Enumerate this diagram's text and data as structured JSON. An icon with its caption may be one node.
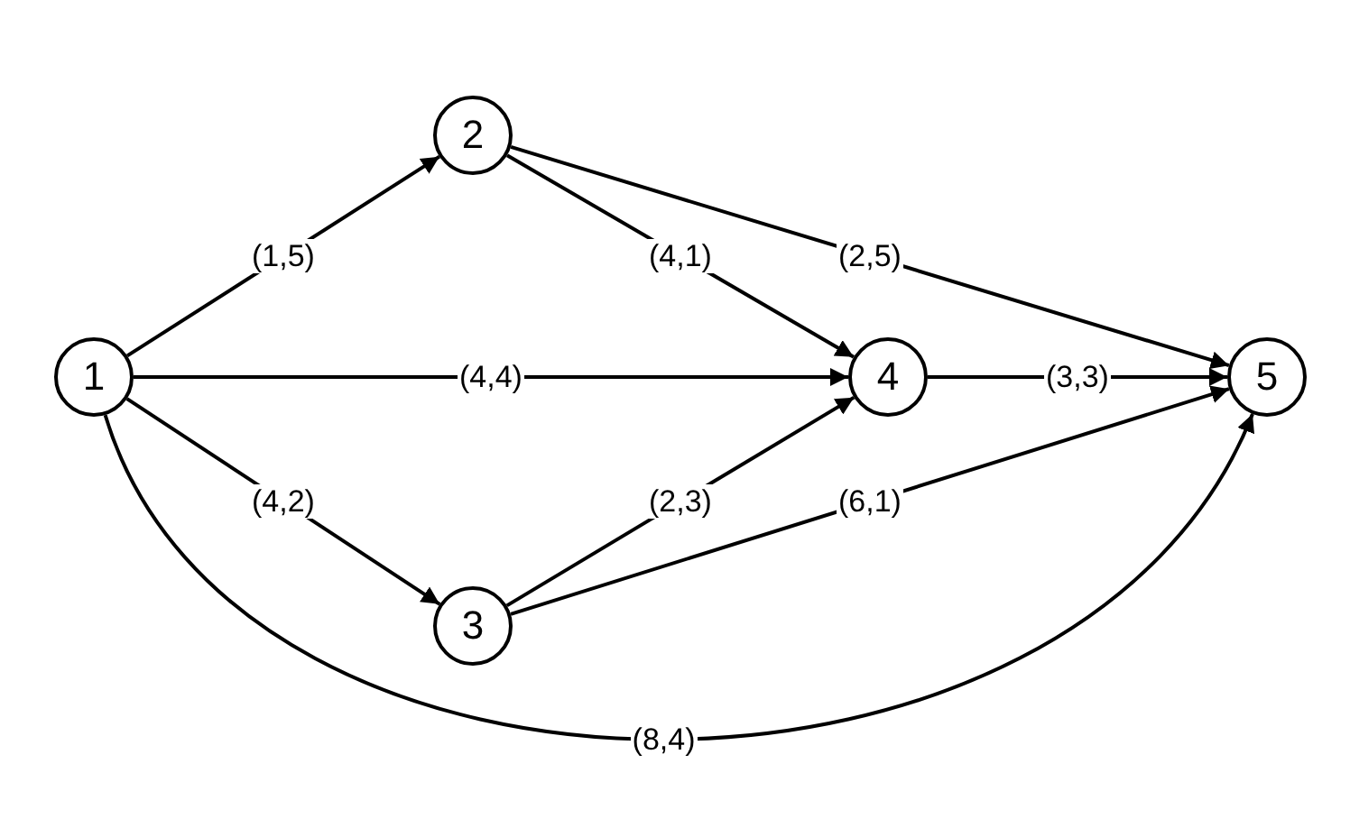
{
  "diagram": {
    "nodes": [
      {
        "text": [
          "1"
        ]
      },
      {
        "text": [
          "2"
        ]
      },
      {
        "text": [
          "3"
        ]
      },
      {
        "text": [
          "4"
        ]
      },
      {
        "text": [
          "5"
        ]
      }
    ],
    "edges": [
      {
        "from": 0,
        "to": 1,
        "arrow": "to",
        "label": "(1,5)"
      },
      {
        "from": 1,
        "to": 3,
        "arrow": "to",
        "label": "(4,1)"
      },
      {
        "from": 1,
        "to": 4,
        "arrow": "to",
        "label": "(2,5)"
      },
      {
        "from": 0,
        "to": 3,
        "arrow": "to",
        "label": "(4,4)"
      },
      {
        "from": 3,
        "to": 4,
        "arrow": "to",
        "label": "(3,3)"
      },
      {
        "from": 0,
        "to": 2,
        "arrow": "to",
        "label": "(4,2)"
      },
      {
        "from": 2,
        "to": 3,
        "arrow": "to",
        "label": "(2,3)"
      },
      {
        "from": 2,
        "to": 4,
        "arrow": "to",
        "label": "(6,1)"
      },
      {
        "from": 0,
        "to": 4,
        "arrow": "to",
        "label": "(8,4)"
      }
    ]
  }
}
